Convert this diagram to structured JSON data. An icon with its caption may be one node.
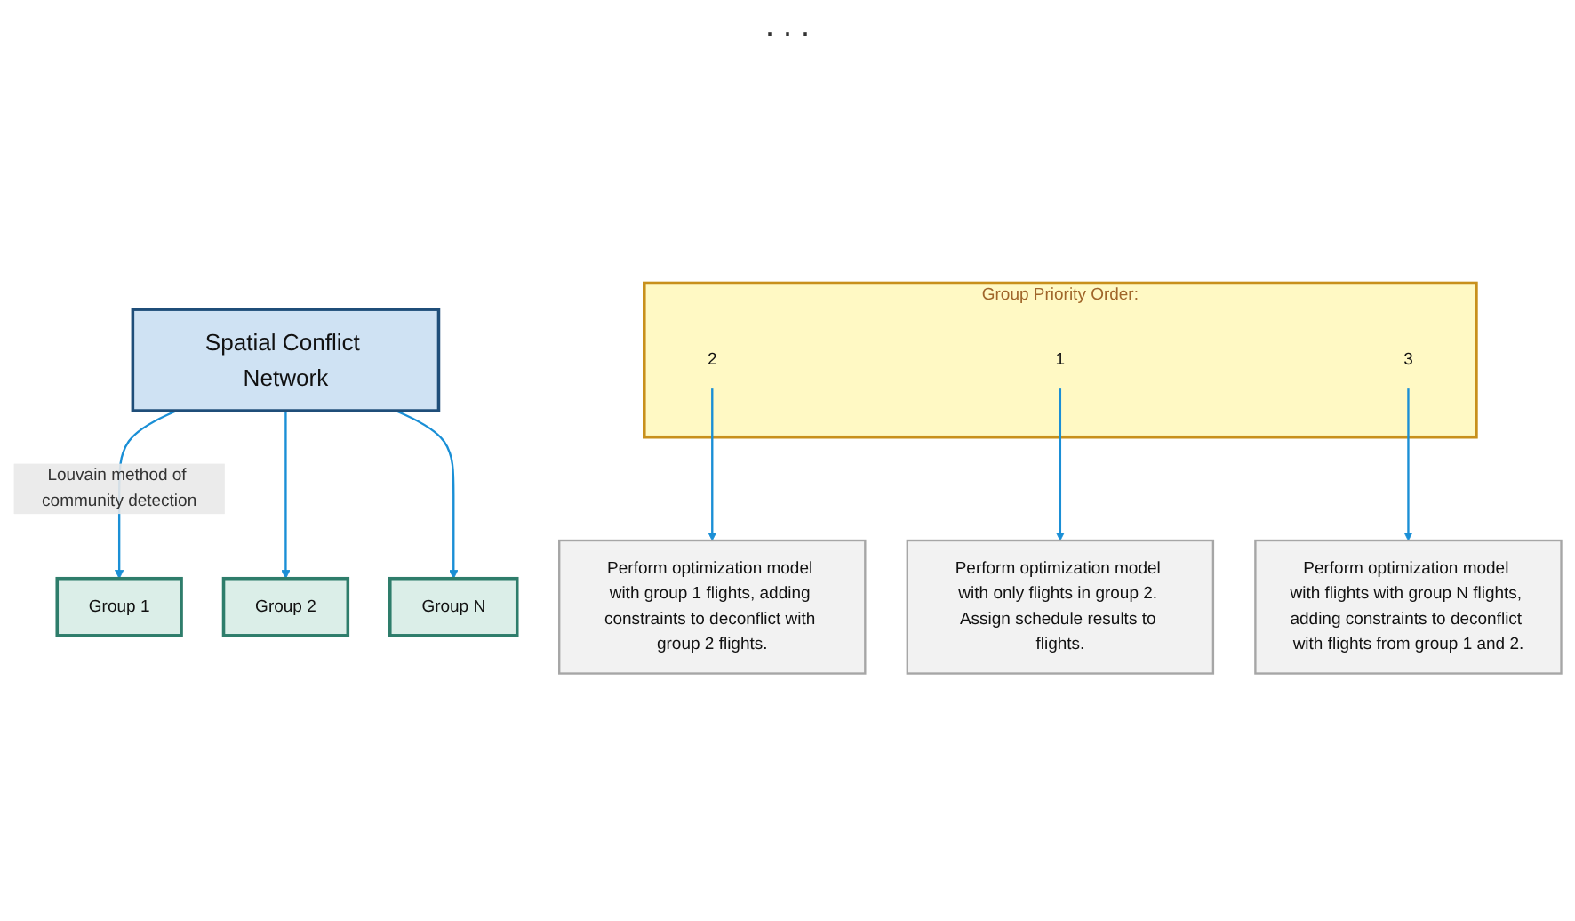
{
  "diagram": {
    "nodes": [
      {
        "text": [
          "Spatial Conflict Network"
        ]
      },
      {
        "text": [
          "Group 1"
        ]
      },
      {
        "text": [
          "Group 2"
        ]
      },
      {
        "text": [
          "Group N"
        ]
      },
      {
        "text": [
          "Group Priority Order:"
        ]
      },
      {
        "text": [
          "2"
        ],
        "in": 4
      },
      {
        "text": [
          "1"
        ],
        "in": 4
      },
      {
        "text": [
          "3"
        ],
        "in": 4
      },
      {
        "text": [
          "Perform optimization model with group 1 flights, adding constraints to deconflict with group 2 flights."
        ]
      },
      {
        "text": [
          "Perform optimization model with only flights in group 2. Assign schedule results to flights."
        ]
      },
      {
        "text": [
          "Perform optimization model with flights with group N flights, adding constraints to deconflict with flights from group 1 and 2."
        ]
      }
    ],
    "edges": [
      {
        "from": 0,
        "to": 1,
        "arrow": "to",
        "label": "Louvain method of community detection"
      },
      {
        "from": 0,
        "to": 2,
        "arrow": "to"
      },
      {
        "from": 0,
        "to": 3,
        "arrow": "to"
      },
      {
        "from": 5,
        "to": 8,
        "arrow": "to"
      },
      {
        "from": 6,
        "to": 9,
        "arrow": "to"
      },
      {
        "from": 7,
        "to": 10,
        "arrow": "to"
      }
    ],
    "labels": [
      ". . ."
    ]
  }
}
